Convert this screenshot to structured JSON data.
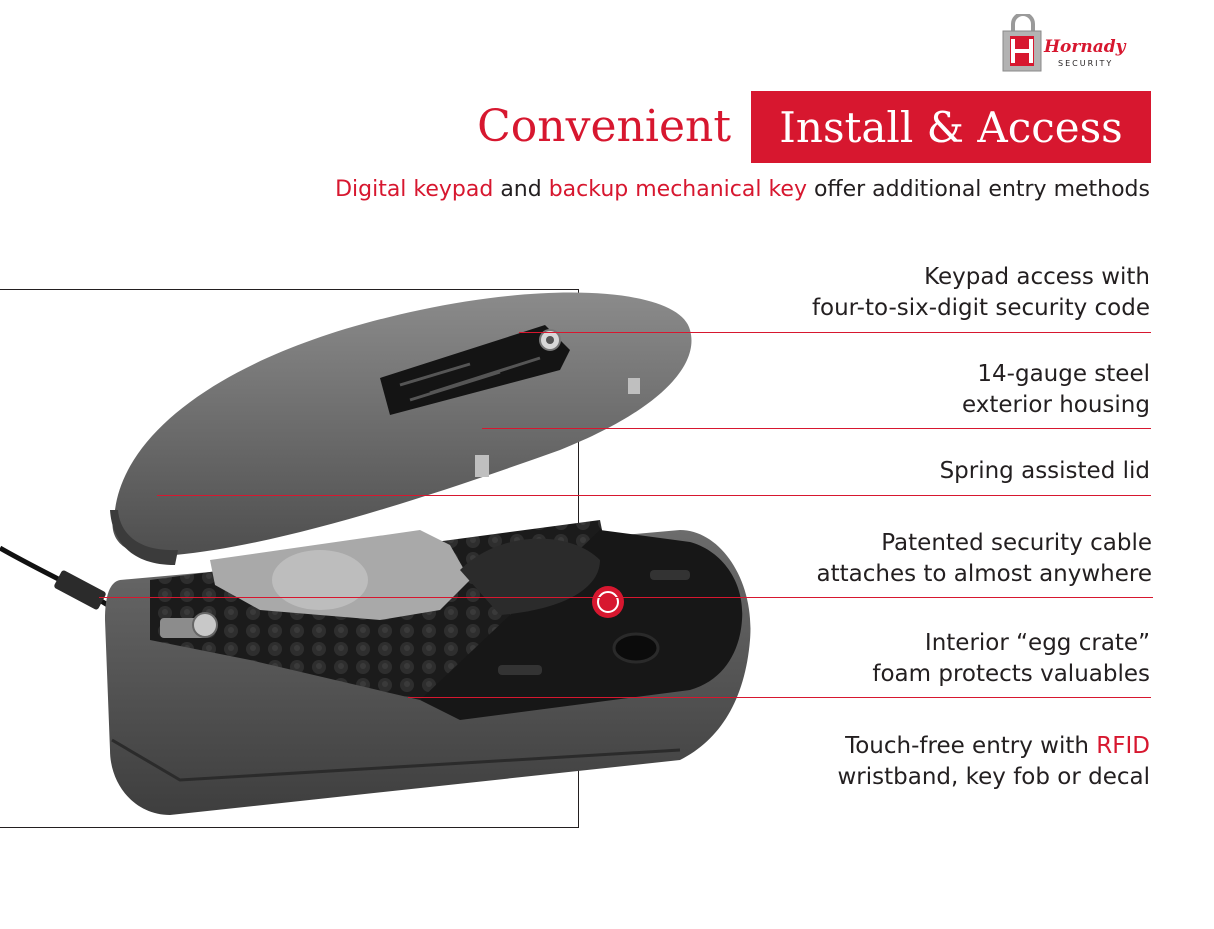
{
  "brand": {
    "logo_text": "Hornady",
    "logo_subtext": "SECURITY",
    "colors": {
      "accent": "#d7172f",
      "text": "#231f20",
      "background": "#ffffff"
    }
  },
  "header": {
    "title_part1": "Convenient",
    "title_part2": "Install & Access"
  },
  "subtitle": {
    "part1": "Digital keypad",
    "part2": " and ",
    "part3": "backup mechanical key",
    "part4": " offer additional entry methods"
  },
  "callouts": [
    {
      "line1": "Keypad access with",
      "line2": "four-to-six-digit security code"
    },
    {
      "line1": "14-gauge steel",
      "line2": "exterior housing"
    },
    {
      "line1": "Spring assisted lid"
    },
    {
      "line1": "Patented security cable",
      "line2": "attaches to almost anywhere"
    },
    {
      "line1": "Interior “egg crate”",
      "line2": "foam protects valuables"
    },
    {
      "line1_prefix": "Touch-free entry with ",
      "line1_highlight": "RFID",
      "line2": "wristband, key fob or decal"
    }
  ]
}
